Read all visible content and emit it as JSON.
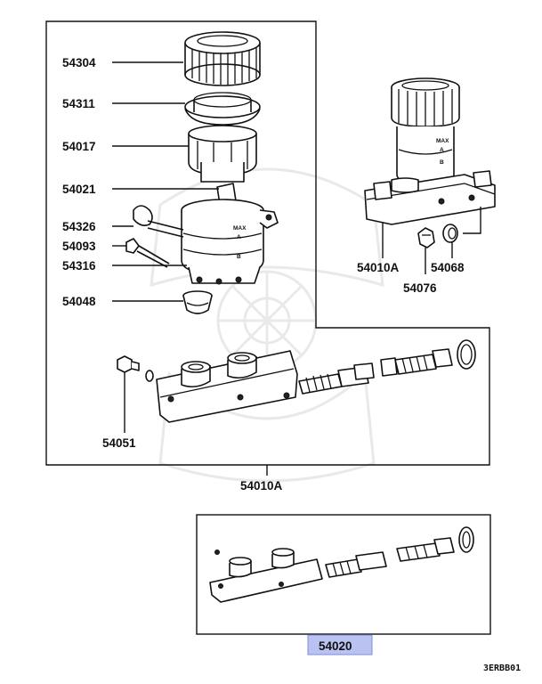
{
  "diagram": {
    "callouts": {
      "p54304": "54304",
      "p54311": "54311",
      "p54017": "54017",
      "p54021": "54021",
      "p54326": "54326",
      "p54093": "54093",
      "p54316": "54316",
      "p54048": "54048",
      "p54010a_right": "54010A",
      "p54076": "54076",
      "p54068": "54068",
      "p54051": "54051",
      "p54010a_bottom": "54010A",
      "p54020": "54020"
    },
    "reservoir_markings": {
      "max": "MAX",
      "a": "A",
      "b": "B"
    },
    "drawing_code": "3ERBB01",
    "highlight_color": "#b9c2f0"
  }
}
